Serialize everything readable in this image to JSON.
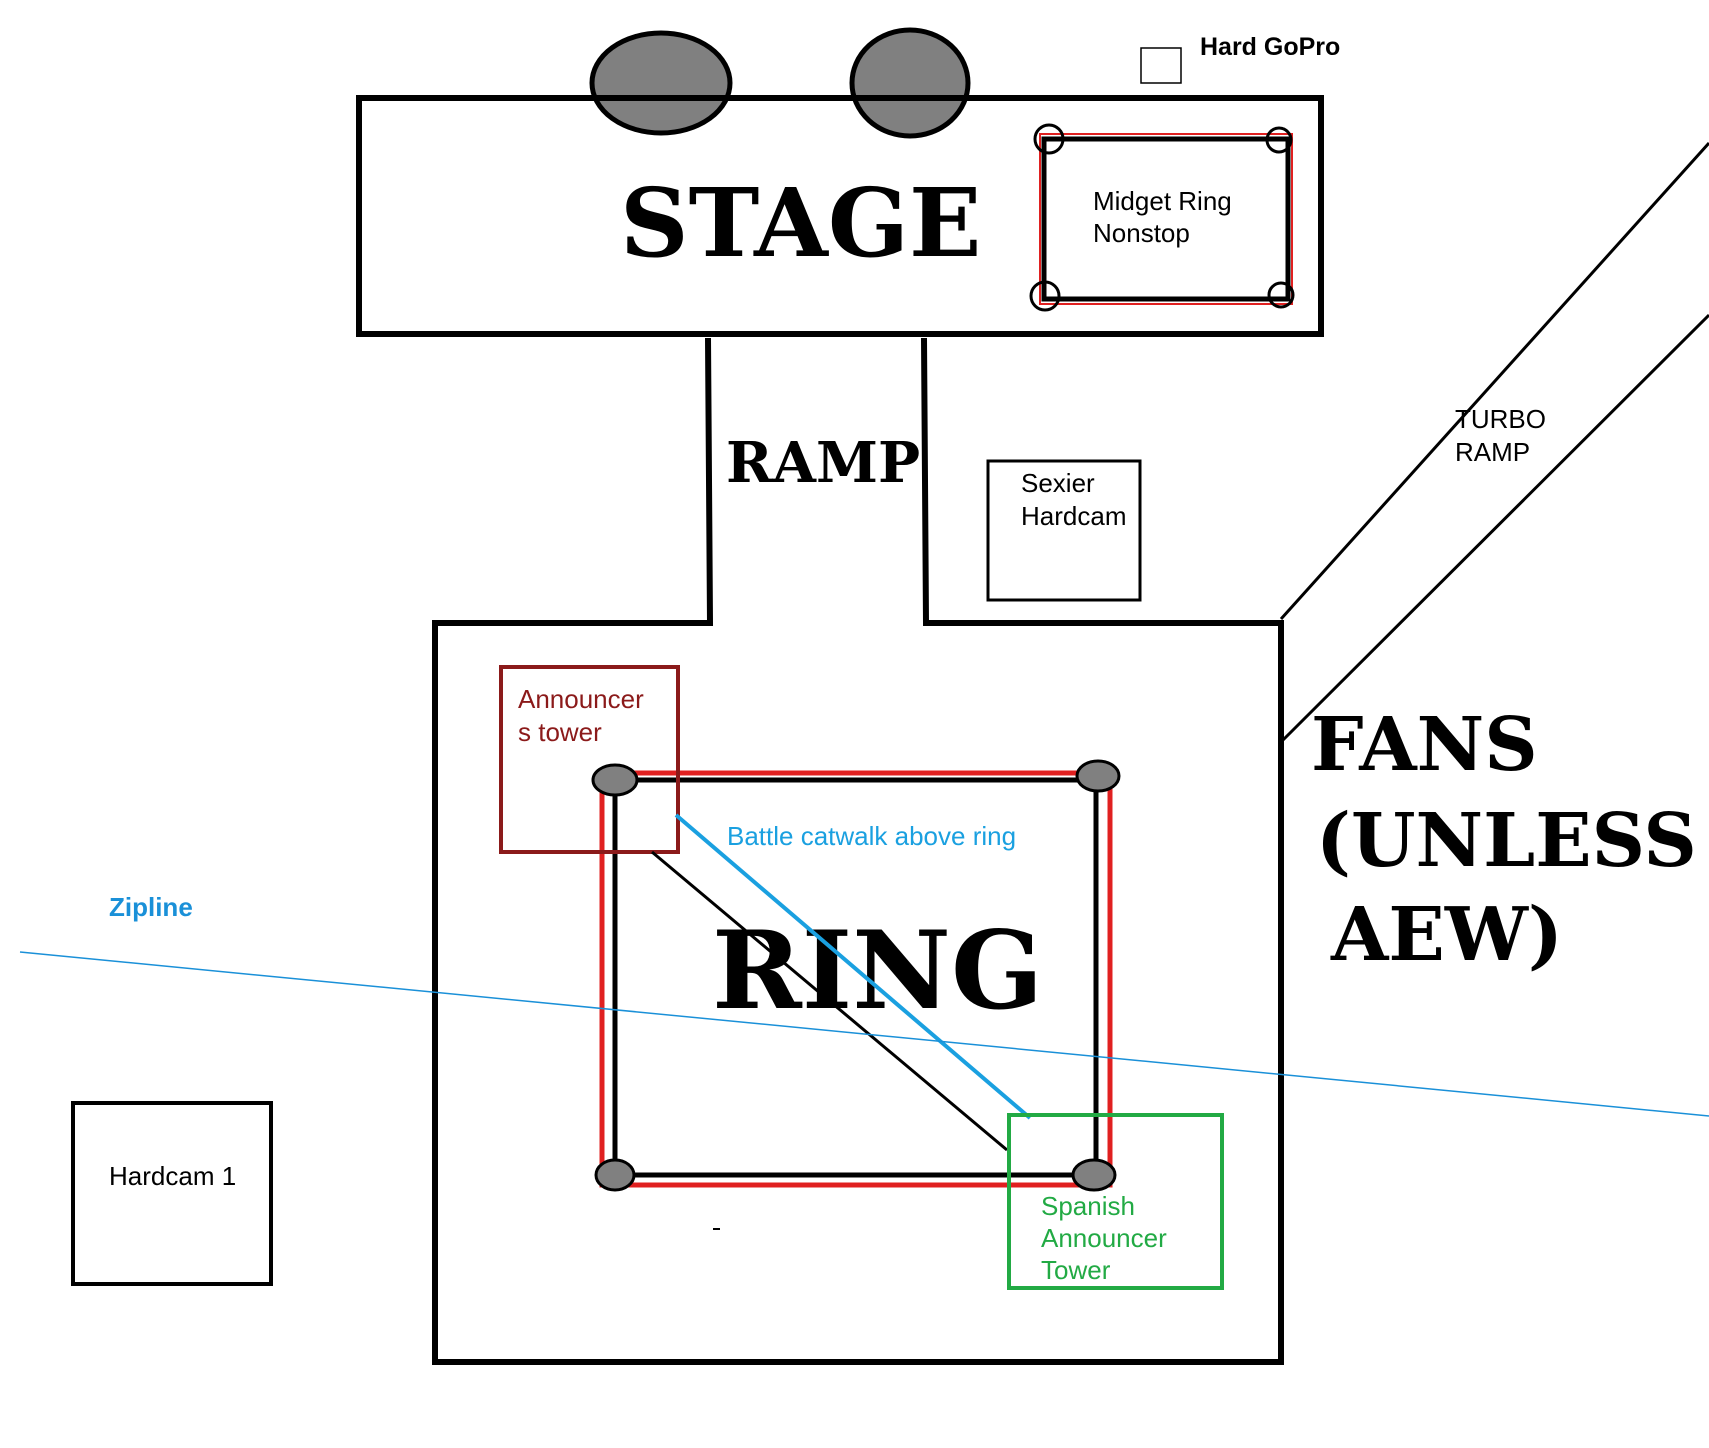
{
  "labels": {
    "hard_gopro": "Hard GoPro",
    "stage": "STAGE",
    "midget_ring_line1": "Midget Ring",
    "midget_ring_line2": "Nonstop",
    "ramp": "RAMP",
    "sexier_hardcam_line1": "Sexier",
    "sexier_hardcam_line2": "Hardcam",
    "turbo_ramp_line1": "TURBO",
    "turbo_ramp_line2": "RAMP",
    "fans_line1": "FANS",
    "fans_line2": "(UNLESS",
    "fans_line3": "AEW)",
    "announcers_tower_line1": "Announcer",
    "announcers_tower_line2": "s tower",
    "battle_catwalk": "Battle catwalk above ring",
    "zipline": "Zipline",
    "ring": "RING",
    "hardcam_1": "Hardcam 1",
    "spanish_tower_line1": "Spanish",
    "spanish_tower_line2": "Announcer",
    "spanish_tower_line3": "Tower"
  },
  "colors": {
    "outline": "#000000",
    "ring_rope_red": "#e02020",
    "announcer_tower": "#8b1a1a",
    "catwalk_blue": "#1aa0e0",
    "zipline_blue": "#1a90d8",
    "spanish_tower_green": "#22aa44",
    "turnbuckle_gray": "#808080"
  }
}
